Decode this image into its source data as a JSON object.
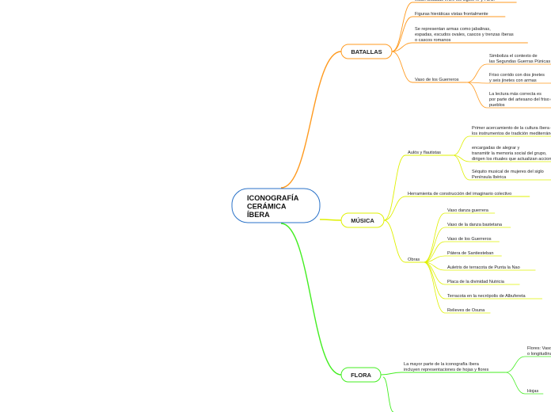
{
  "root": {
    "lines": [
      "ICONOGRAFÍA",
      "CERÁMICA",
      "ÍBERA"
    ]
  },
  "branches": [
    {
      "label": "BATALLAS",
      "color": "#ff9a1f",
      "children": [
        {
          "lines": [
            "están situadas entre los siglos IV y I a.C."
          ]
        },
        {
          "lines": [
            "Figuras hieráticas vistas frontalmente"
          ]
        },
        {
          "lines": [
            "Se representan armas como jabalinas,",
            "espadas, escudos ovales, cascos y trenzas íberas",
            "o cascos romanos"
          ]
        },
        {
          "lines": [
            "Vaso de los Guerreros"
          ],
          "children": [
            {
              "lines": [
                "Simboliza el contexto de",
                "las Segundas Guerras Púnicas"
              ]
            },
            {
              "lines": [
                "Friso corrido con dos jinetes",
                "y seis jinetes con armas"
              ]
            },
            {
              "lines": [
                "La lectura más correcta es",
                "por parte del artesano del friso de los",
                "pueblos"
              ]
            }
          ]
        }
      ]
    },
    {
      "label": "MÚSICA",
      "color": "#dff000",
      "children": [
        {
          "lines": [
            "Aulós y flautistas"
          ],
          "children": [
            {
              "lines": [
                "Primer acercamiento de la cultura íbera con",
                "los instrumentos de tradición mediterránea"
              ]
            },
            {
              "lines": [
                "encargadas de alegrar y",
                "transmitir la memoria social del grupo,",
                "dirigen los rituales que actualizan acciones"
              ]
            },
            {
              "lines": [
                "Séquito musical de mujeres del siglo",
                "Península Ibérica"
              ]
            }
          ]
        },
        {
          "lines": [
            "Herramienta de construcción del imaginario colectivo"
          ]
        },
        {
          "lines": [
            "Obras"
          ],
          "children": [
            {
              "lines": [
                "Vaso danza guerrera"
              ]
            },
            {
              "lines": [
                "Vaso de la danza bastetana"
              ]
            },
            {
              "lines": [
                "Vaso de los Guerreros"
              ]
            },
            {
              "lines": [
                "Pátera de Santiesteban"
              ]
            },
            {
              "lines": [
                "Auletris de terracota de Punta la Nao"
              ]
            },
            {
              "lines": [
                "Placa de la divinidad Nutricia"
              ]
            },
            {
              "lines": [
                "Terracota en la necrópolis de Albufereta"
              ]
            },
            {
              "lines": [
                "Relieves de Osuna"
              ]
            }
          ]
        }
      ]
    },
    {
      "label": "FLORA",
      "color": "#44ee22",
      "children": [
        {
          "lines": [
            "La mayor parte de la iconografía íbera",
            "incluyen representaciones de hojas y flores"
          ],
          "children": [
            {
              "lines": [
                "Flores: Vaso",
                "o longitudinales"
              ]
            },
            {
              "lines": [
                "Hojas"
              ]
            }
          ]
        }
      ]
    }
  ]
}
